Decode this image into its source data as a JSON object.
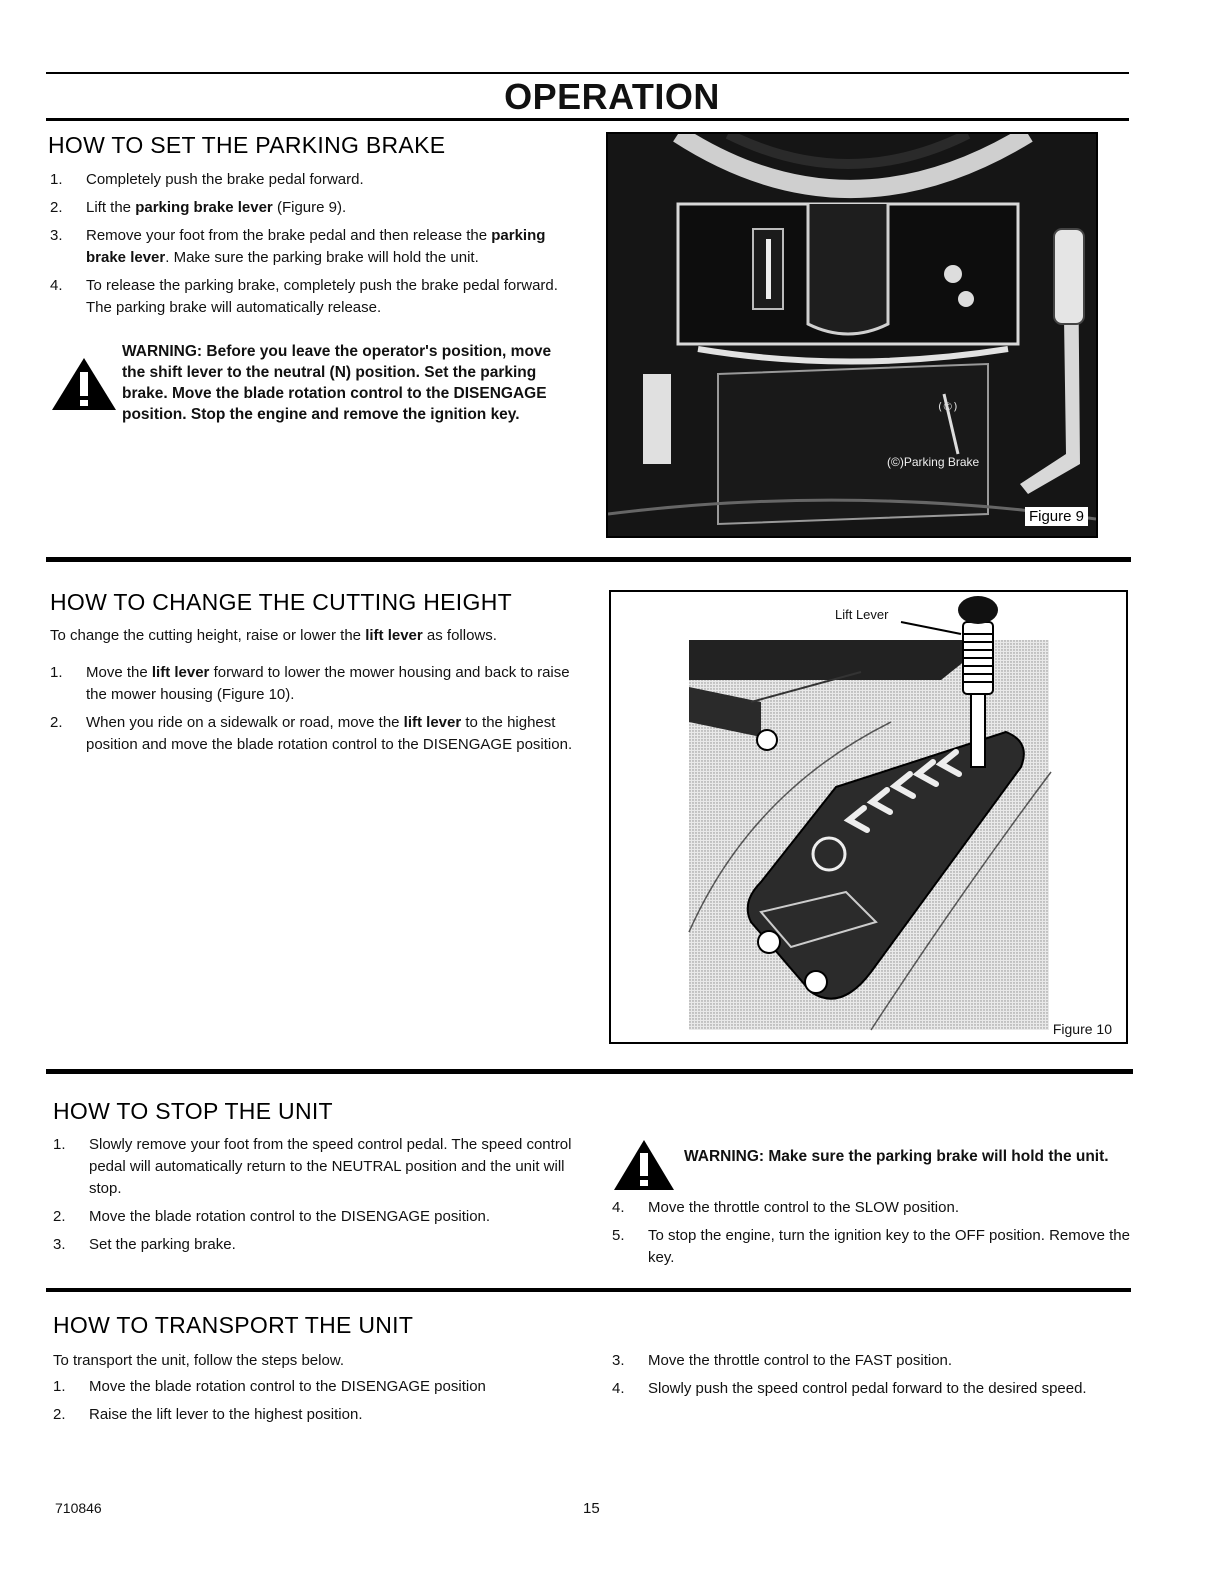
{
  "page": {
    "title": "OPERATION",
    "doc_number": "710846",
    "page_number": "15"
  },
  "parking_brake": {
    "heading": "HOW TO SET THE PARKING BRAKE",
    "steps": [
      {
        "num": "1.",
        "parts": [
          {
            "t": "Completely push the brake pedal forward."
          }
        ]
      },
      {
        "num": "2.",
        "parts": [
          {
            "t": "Lift the "
          },
          {
            "t": "parking brake lever",
            "b": true
          },
          {
            "t": " (Figure 9)."
          }
        ]
      },
      {
        "num": "3.",
        "parts": [
          {
            "t": "Remove your foot from the brake pedal and then release the "
          },
          {
            "t": "parking brake lever",
            "b": true
          },
          {
            "t": ". Make sure the parking brake will hold the unit."
          }
        ]
      },
      {
        "num": "4.",
        "parts": [
          {
            "t": "To release the parking brake, completely push the brake pedal forward. The parking brake will automatically release."
          }
        ]
      }
    ],
    "warning": "WARNING: Before you leave the operator's position, move the shift lever to the neutral (N) position. Set the parking brake. Move the blade rotation control to the DISENGAGE position. Stop the engine and remove the ignition key.",
    "figure": {
      "label": "Figure 9",
      "caption": "(©)Parking Brake"
    }
  },
  "cutting_height": {
    "heading": "HOW TO CHANGE THE CUTTING HEIGHT",
    "intro_parts": [
      {
        "t": "To change the cutting height, raise or lower the "
      },
      {
        "t": "lift lever",
        "b": true
      },
      {
        "t": " as follows."
      }
    ],
    "steps": [
      {
        "num": "1.",
        "parts": [
          {
            "t": "Move the "
          },
          {
            "t": "lift lever",
            "b": true
          },
          {
            "t": " forward to lower the mower housing and back to raise the mower housing (Figure 10)."
          }
        ]
      },
      {
        "num": "2.",
        "parts": [
          {
            "t": "When you ride on a sidewalk or road, move the "
          },
          {
            "t": "lift lever",
            "b": true
          },
          {
            "t": " to the highest position and move the blade rotation control to the DISENGAGE position."
          }
        ]
      }
    ],
    "figure": {
      "label": "Figure 10",
      "callout": "Lift Lever"
    }
  },
  "stop_unit": {
    "heading": "HOW TO STOP THE UNIT",
    "steps_left": [
      {
        "num": "1.",
        "parts": [
          {
            "t": "Slowly remove your foot from the speed control pedal. The speed control pedal will automatically return to the NEUTRAL position and the unit will stop."
          }
        ]
      },
      {
        "num": "2.",
        "parts": [
          {
            "t": "Move the blade rotation control to the DISENGAGE position."
          }
        ]
      },
      {
        "num": "3.",
        "parts": [
          {
            "t": "Set the parking brake."
          }
        ]
      }
    ],
    "warning": "WARNING: Make sure the parking brake will hold the unit.",
    "steps_right": [
      {
        "num": "4.",
        "parts": [
          {
            "t": "Move the throttle control to the SLOW position."
          }
        ]
      },
      {
        "num": "5.",
        "parts": [
          {
            "t": "To stop the engine, turn the ignition key to the OFF position. Remove the key."
          }
        ]
      }
    ]
  },
  "transport_unit": {
    "heading": "HOW TO TRANSPORT THE UNIT",
    "intro": "To transport the unit, follow the steps below.",
    "steps_left": [
      {
        "num": "1.",
        "parts": [
          {
            "t": "Move the blade rotation control to the DISENGAGE position"
          }
        ]
      },
      {
        "num": "2.",
        "parts": [
          {
            "t": "Raise the lift lever to the highest position."
          }
        ]
      }
    ],
    "steps_right": [
      {
        "num": "3.",
        "parts": [
          {
            "t": "Move the throttle control to the FAST position."
          }
        ]
      },
      {
        "num": "4.",
        "parts": [
          {
            "t": "Slowly push the speed control pedal forward to the desired speed."
          }
        ]
      }
    ]
  },
  "icons": {
    "warning": "warning-triangle-icon"
  }
}
